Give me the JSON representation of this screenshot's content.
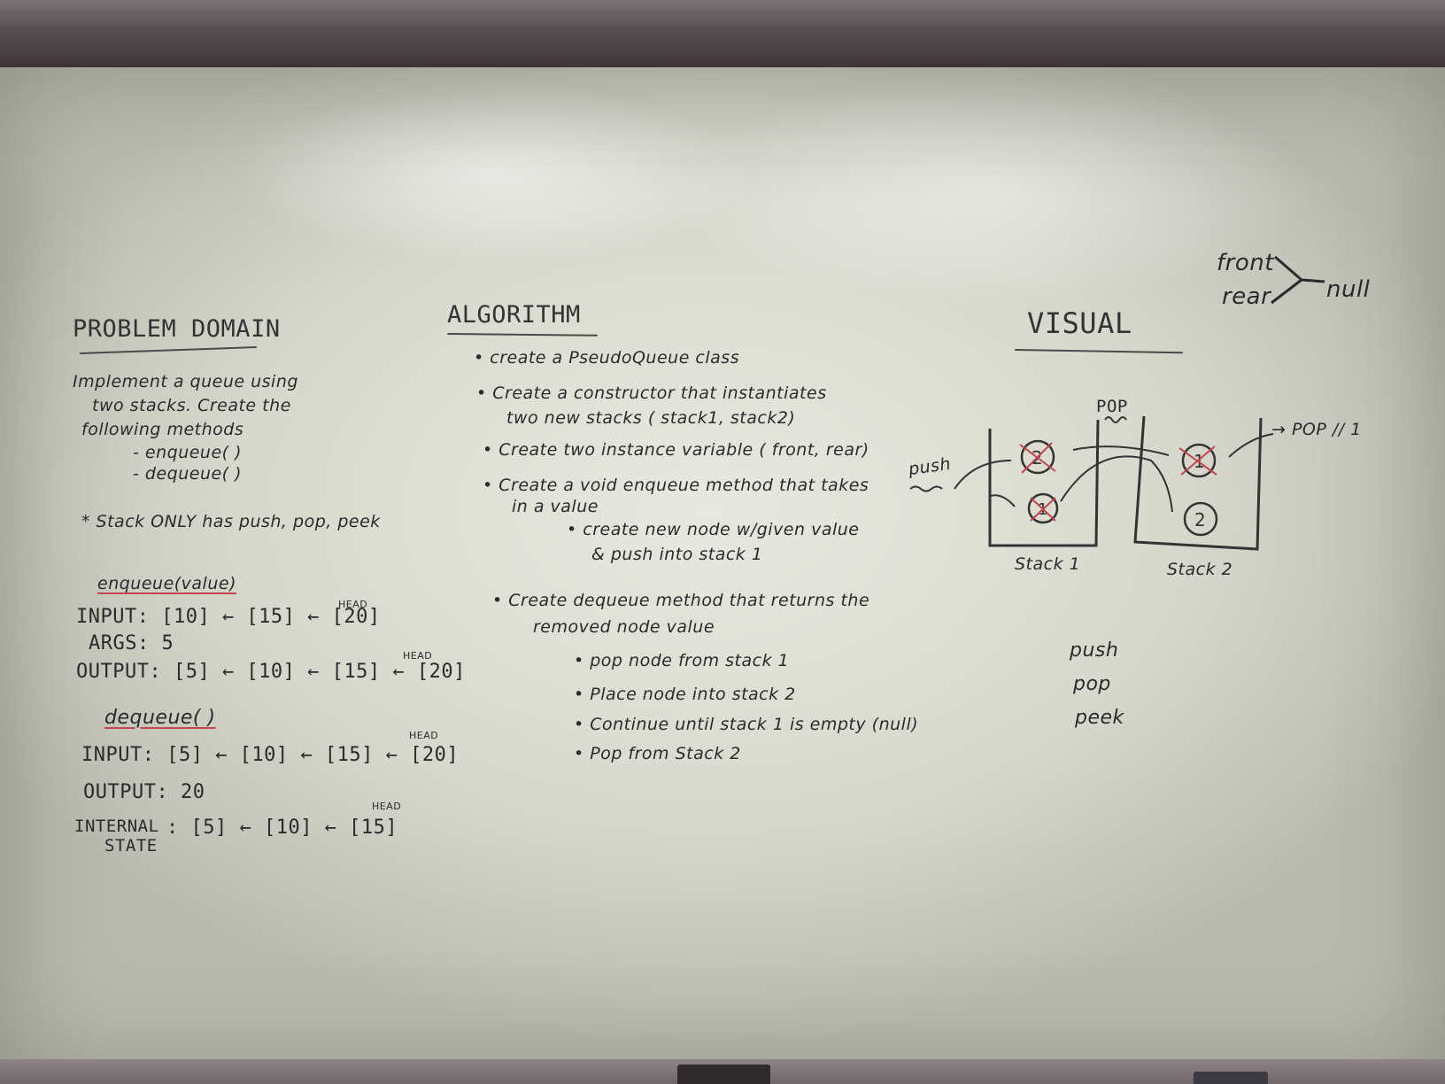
{
  "problem": {
    "heading": "PROBLEM DOMAIN",
    "line1": "Implement a queue using",
    "line2": "two stacks. Create the",
    "line3": "following methods",
    "method1": "- enqueue( )",
    "method2": "- dequeue( )",
    "note": "* Stack ONLY has push, pop, peek",
    "enqueue_label": "enqueue(value)",
    "enqueue_input": "INPUT:  [10] ← [15] ← [20]",
    "enqueue_head": "HEAD",
    "enqueue_args": "ARGS:  5",
    "enqueue_output": "OUTPUT:  [5] ← [10] ← [15] ← [20]",
    "enqueue_output_head": "HEAD",
    "dequeue_label": "dequeue( )",
    "dequeue_input": "INPUT:  [5] ← [10] ← [15] ← [20]",
    "dequeue_head": "HEAD",
    "dequeue_output": "OUTPUT:   20",
    "internal_label1": "INTERNAL",
    "internal_label2": "STATE",
    "internal_value": ":  [5] ← [10] ← [15]",
    "internal_head": "HEAD"
  },
  "algorithm": {
    "heading": "ALGORITHM",
    "b1": "• create a PseudoQueue class",
    "b2a": "• Create a constructor that instantiates",
    "b2b": "two new stacks ( stack1, stack2)",
    "b3": "• Create two instance variable ( front, rear)",
    "b4a": "• Create a void enqueue method that takes",
    "b4b": "in a value",
    "b4c": "• create new node w/given value",
    "b4d": "& push into stack 1",
    "b5a": "• Create dequeue method that returns the",
    "b5b": "removed node value",
    "b5c": "• pop node from stack 1",
    "b5d": "• Place node into stack 2",
    "b5e": "• Continue until stack 1 is empty (null)",
    "b5f": "• Pop from Stack 2"
  },
  "visual": {
    "heading": "VISUAL",
    "front": "front",
    "rear": "rear",
    "null": "null",
    "push_label": "push",
    "pop_label": "POP",
    "pop_out": "→ POP // 1",
    "stack1_label": "Stack 1",
    "stack2_label": "Stack 2",
    "s1_top": "2",
    "s1_bottom": "1",
    "s2_top": "1",
    "s2_bottom": "2",
    "ops": [
      "push",
      "pop",
      "peek"
    ],
    "marker_color": "#2a2a2c",
    "accent_color": "#c4454f"
  }
}
